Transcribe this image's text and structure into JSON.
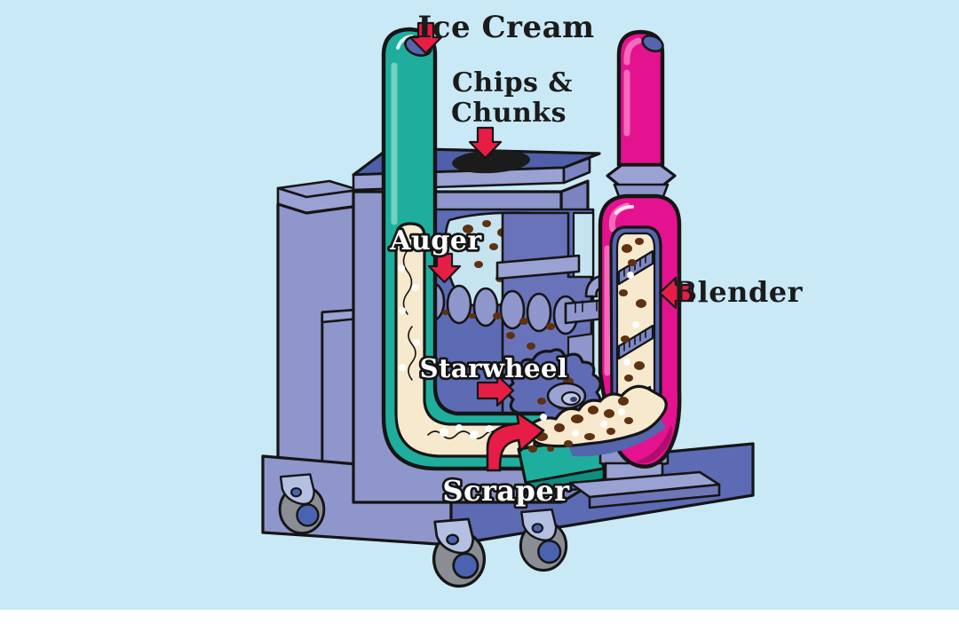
{
  "diagram": {
    "subject": "Ice cream mix-in machine cutaway diagram",
    "labels": {
      "ice_cream": "Ice Cream",
      "chips_line1": "Chips &",
      "chips_line2": "Chunks",
      "auger": "Auger",
      "starwheel": "Starwheel",
      "blender": "Blender",
      "scraper": "Scraper"
    },
    "colors": {
      "background": "#c9e9f6",
      "machine_light": "#9aa1d3",
      "machine_mid": "#8f96cb",
      "machine_side": "#7b83c0",
      "machine_dark": "#5465ad",
      "lid_top": "#4f5fa9",
      "recess_blue": "#5d6bb5",
      "inner_cyan": "#c5e4ef",
      "tube_teal": "#1fae9e",
      "teal_dark": "#0f8d7e",
      "blender_pink": "#e4128e",
      "pink_highlight": "#f56bbb",
      "pink_shadow": "#b00d6e",
      "ice_cream_cream": "#f7e9cd",
      "chip_brown": "#5f3012",
      "arrow_color": "#e61e45",
      "wheel_gray": "#8a8d94",
      "wheel_blue": "#4a62b0",
      "dark_text": "#1b1b1b",
      "light_text": "#ffffff"
    }
  }
}
